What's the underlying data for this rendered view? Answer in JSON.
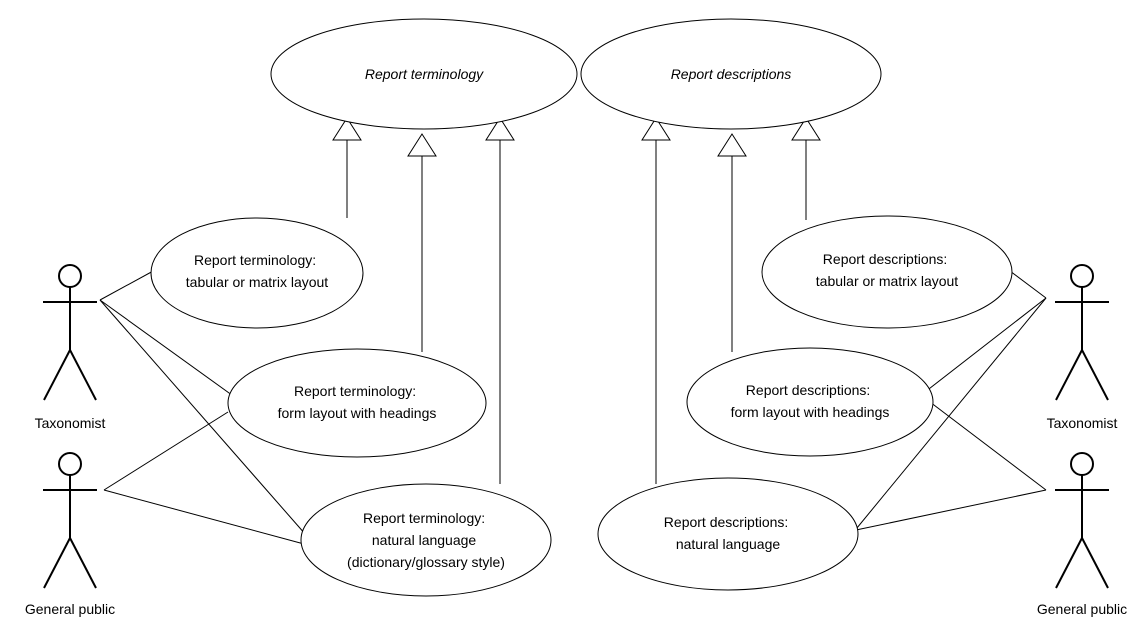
{
  "use_cases": {
    "report_terminology": {
      "lines": [
        "Report terminology"
      ]
    },
    "report_descriptions": {
      "lines": [
        "Report descriptions"
      ]
    },
    "terminology_tabular": {
      "lines": [
        "Report terminology:",
        "tabular or matrix layout"
      ]
    },
    "terminology_form": {
      "lines": [
        "Report terminology:",
        "form layout with headings"
      ]
    },
    "terminology_natural": {
      "lines": [
        "Report terminology:",
        "natural language",
        "(dictionary/glossary style)"
      ]
    },
    "descriptions_tabular": {
      "lines": [
        "Report descriptions:",
        "tabular or matrix layout"
      ]
    },
    "descriptions_form": {
      "lines": [
        "Report descriptions:",
        "form layout with headings"
      ]
    },
    "descriptions_natural": {
      "lines": [
        "Report descriptions:",
        "natural language"
      ]
    }
  },
  "actors": {
    "taxonomist_left": "Taxonomist",
    "public_left": "General public",
    "taxonomist_right": "Taxonomist",
    "public_right": "General public"
  }
}
